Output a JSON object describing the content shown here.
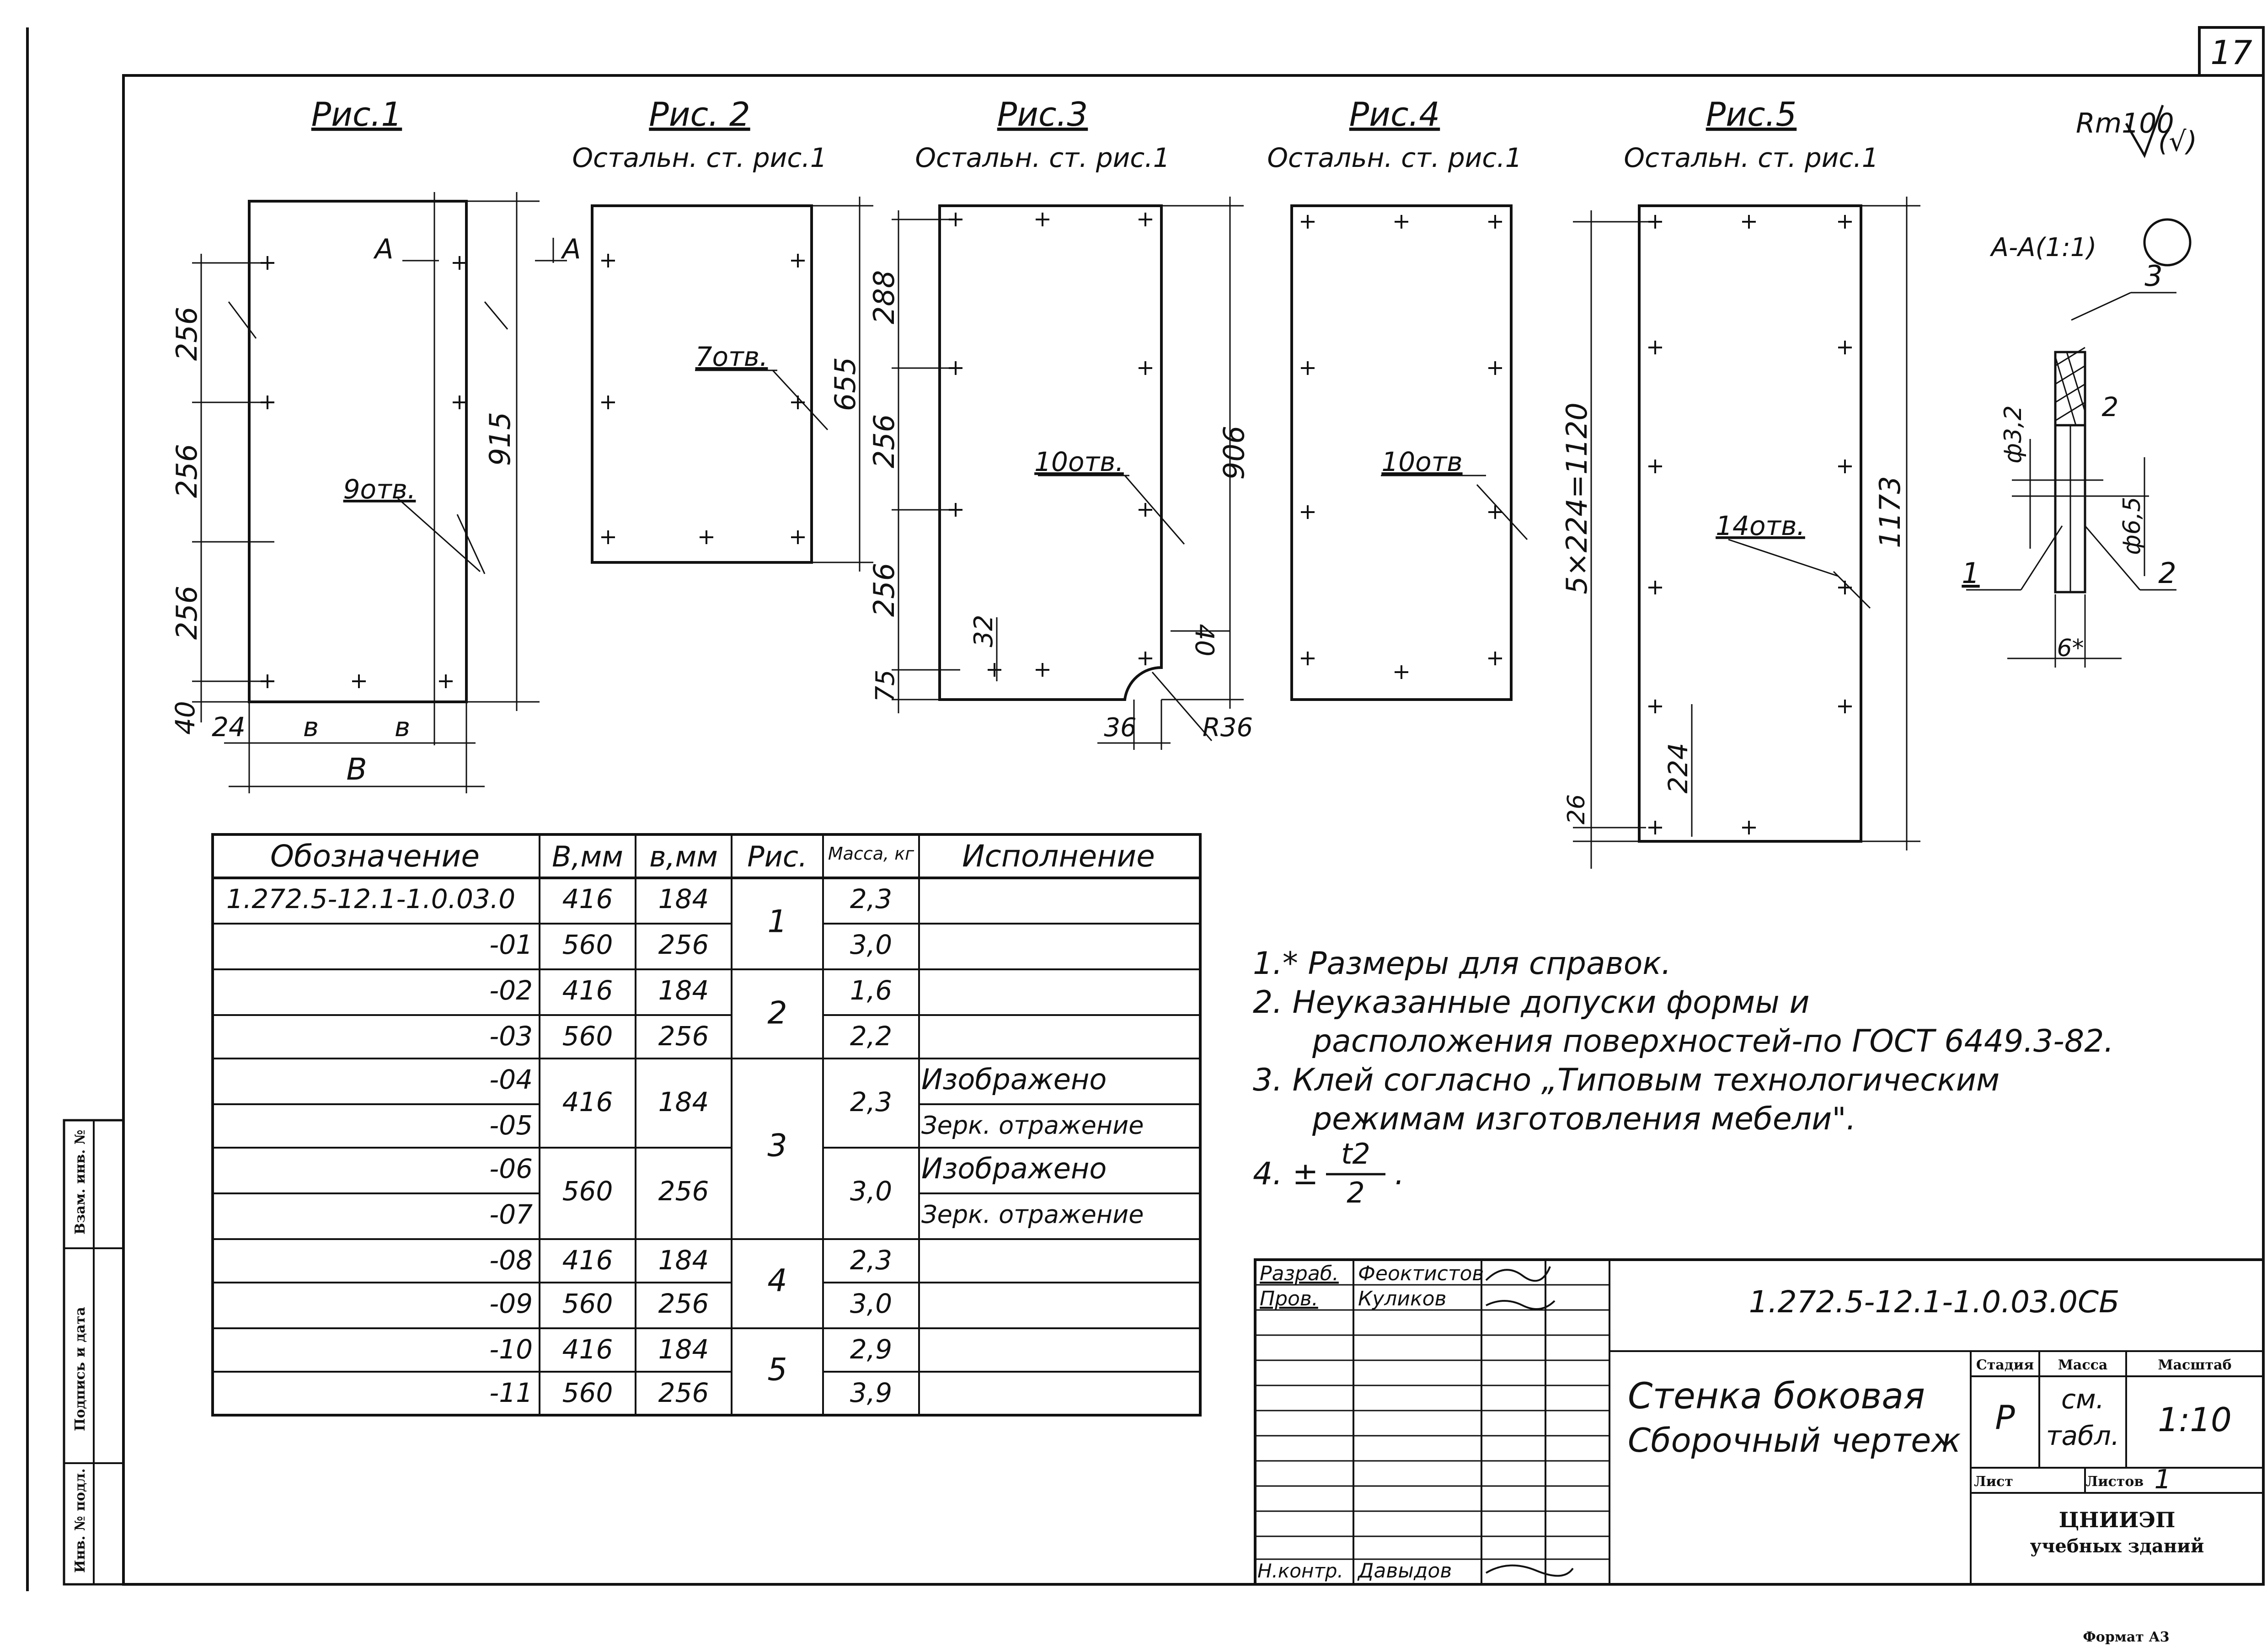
{
  "sheet": {
    "number": "17",
    "format_label": "Формат А3"
  },
  "roughness": {
    "label": "Rm100",
    "paren": "(√)"
  },
  "figures": [
    {
      "title": "Рис.1",
      "subtitle": ""
    },
    {
      "title": "Рис. 2",
      "subtitle": "Остальн. ст. рис.1"
    },
    {
      "title": "Рис.3",
      "subtitle": "Остальн. ст. рис.1"
    },
    {
      "title": "Рис.4",
      "subtitle": "Остальн. ст. рис.1"
    },
    {
      "title": "Рис.5",
      "subtitle": "Остальн. ст. рис.1"
    }
  ],
  "fig1": {
    "dims": [
      "256",
      "256",
      "256",
      "40",
      "24",
      "в",
      "в",
      "В",
      "915"
    ],
    "holes": "9отв.",
    "cut": "А"
  },
  "fig2": {
    "dims": [
      "655"
    ],
    "holes": "7отв."
  },
  "fig3": {
    "dims": [
      "288",
      "256",
      "256",
      "75",
      "32",
      "906",
      "40",
      "36",
      "R36"
    ],
    "holes": "10отв."
  },
  "fig4": {
    "holes": "10отв"
  },
  "fig5": {
    "dims": [
      "5×224=1120",
      "1173",
      "224",
      "26"
    ],
    "holes": "14отв."
  },
  "section": {
    "title": "А-А(1:1)",
    "labels": [
      "3",
      "2",
      "1",
      "2"
    ],
    "dims": [
      "ф3,2",
      "ф6,5",
      "6*"
    ]
  },
  "table": {
    "headers": [
      "Обозначение",
      "В,мм",
      "в,мм",
      "Рис.",
      "Масса, кг",
      "Исполнение"
    ],
    "rows": [
      {
        "designation": "1.272.5-12.1-1.0.03.0",
        "B": "416",
        "b": "184",
        "mass": "2,3",
        "execution": ""
      },
      {
        "designation": "-01",
        "B": "560",
        "b": "256",
        "mass": "3,0",
        "execution": ""
      },
      {
        "designation": "-02",
        "B": "416",
        "b": "184",
        "mass": "1,6",
        "execution": ""
      },
      {
        "designation": "-03",
        "B": "560",
        "b": "256",
        "mass": "2,2",
        "execution": ""
      },
      {
        "designation": "-04",
        "B": "416",
        "b": "184",
        "mass": "2,3",
        "execution": "Изображено"
      },
      {
        "designation": "-05",
        "B": "",
        "b": "",
        "mass": "",
        "execution": "Зерк. отражение"
      },
      {
        "designation": "-06",
        "B": "560",
        "b": "256",
        "mass": "3,0",
        "execution": "Изображено"
      },
      {
        "designation": "-07",
        "B": "",
        "b": "",
        "mass": "",
        "execution": "Зерк. отражение"
      },
      {
        "designation": "-08",
        "B": "416",
        "b": "184",
        "mass": "2,3",
        "execution": ""
      },
      {
        "designation": "-09",
        "B": "560",
        "b": "256",
        "mass": "3,0",
        "execution": ""
      },
      {
        "designation": "-10",
        "B": "416",
        "b": "184",
        "mass": "2,9",
        "execution": ""
      },
      {
        "designation": "-11",
        "B": "560",
        "b": "256",
        "mass": "3,9",
        "execution": ""
      }
    ],
    "fig_groups": [
      "1",
      "2",
      "3",
      "4",
      "5"
    ]
  },
  "notes": [
    "1.* Размеры для справок.",
    "2. Неуказанные допуски формы и",
    "расположения поверхностей-по ГОСТ 6449.3-82.",
    "3. Клей согласно „Типовым технологическим",
    "режимам изготовления мебели\".",
    "4. ±",
    "t2",
    "2",
    "."
  ],
  "stamp": {
    "roles": [
      "Разраб.",
      "Пров.",
      "Н.контр."
    ],
    "names": [
      "Феоктистов",
      "Куликов",
      "Давыдов"
    ],
    "doc_code": "1.272.5-12.1-1.0.03.0СБ",
    "title1": "Стенка боковая",
    "title2": "Сборочный чертеж",
    "stage_label": "Стадия",
    "mass_label": "Масса",
    "scale_label": "Масштаб",
    "stage": "Р",
    "mass1": "см.",
    "mass2": "табл.",
    "scale": "1:10",
    "sheet_label": "Лист",
    "sheets_label": "Листов",
    "sheets": "1",
    "org1": "ЦНИИЭП",
    "org2": "учебных зданий"
  },
  "side_stamp": [
    "Взам. инв. №",
    "Подпись и дата",
    "Инв. № подл."
  ]
}
